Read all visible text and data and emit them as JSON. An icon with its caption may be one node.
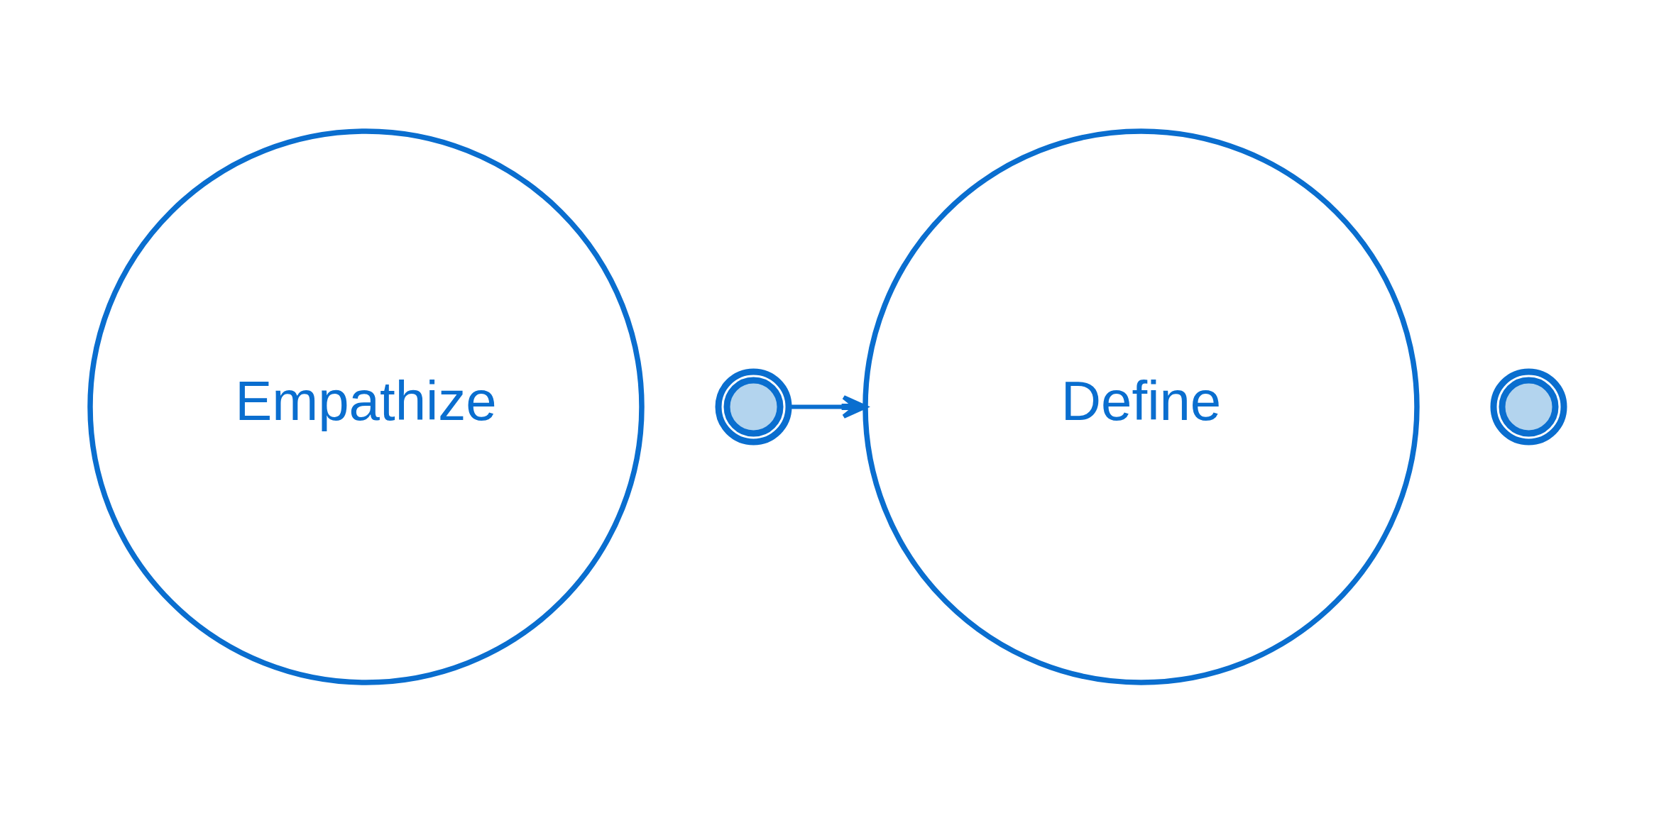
{
  "diagram": {
    "nodes": [
      {
        "text": [
          "Empathize"
        ]
      },
      {
        "text": [],
        "shape": "circle"
      },
      {
        "text": [
          "Define"
        ]
      },
      {
        "text": [],
        "shape": "circle"
      }
    ],
    "edges": [
      {
        "from": 1,
        "to": 2,
        "arrow": "to"
      }
    ]
  }
}
